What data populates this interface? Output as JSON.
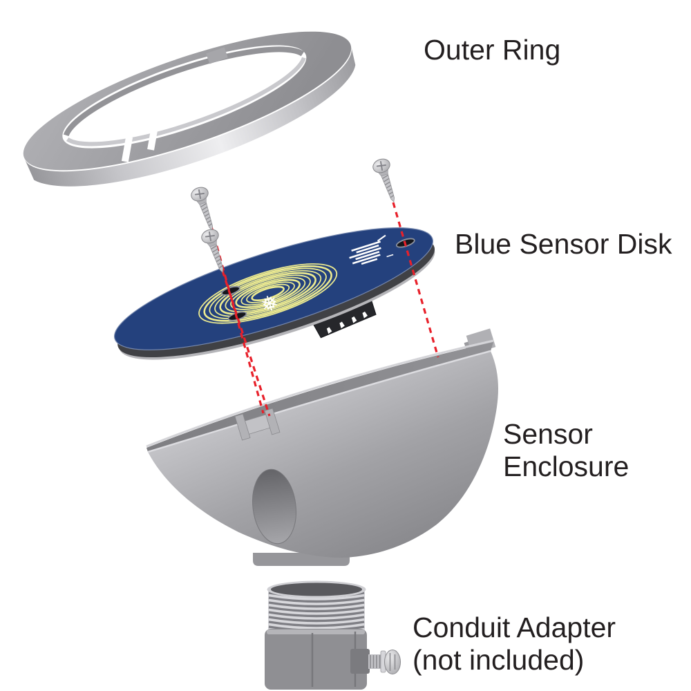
{
  "labels": {
    "outer_ring": "Outer Ring",
    "blue_sensor_disk": "Blue Sensor Disk",
    "sensor_enclosure_line1": "Sensor",
    "sensor_enclosure_line2": "Enclosure",
    "conduit_adapter_line1": "Conduit Adapter",
    "conduit_adapter_line2": "(not included)"
  },
  "icons": {
    "snowflake_glyph": "❅",
    "brand_logo": "speed-lines-logo",
    "screw_head": "phillips-cross"
  },
  "parts": [
    {
      "name": "outer-ring",
      "label": "Outer Ring"
    },
    {
      "name": "mounting-screws",
      "visible_count": 3
    },
    {
      "name": "blue-sensor-disk",
      "label": "Blue Sensor Disk",
      "features": [
        "yellow sensing coil",
        "snowflake icon",
        "brand logo",
        "mounting holes",
        "connector block"
      ]
    },
    {
      "name": "sensor-enclosure",
      "label": "Sensor Enclosure",
      "features": [
        "mounting clip",
        "side tab",
        "oval slot",
        "pedestal base"
      ]
    },
    {
      "name": "conduit-adapter",
      "label": "Conduit Adapter (not included)",
      "included": false,
      "features": [
        "pipe threads",
        "hex body",
        "set screw"
      ]
    }
  ],
  "colors": {
    "background": "#ffffff",
    "label_text": "#231f20",
    "disk_blue": "#24417d",
    "disk_edge": "#404145",
    "coil_yellow": "#edeb90",
    "alignment_red": "#e8202a",
    "metal_light": "#d8d8dc",
    "metal_mid": "#a6a6aa",
    "metal_dark": "#87878b",
    "connector_black": "#26272b"
  }
}
